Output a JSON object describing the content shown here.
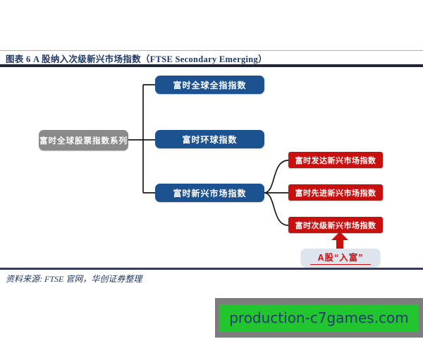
{
  "figure": {
    "caption": "图表 6  A 股纳入次级新兴市场指数（FTSE Secondary Emerging）",
    "source": "资料来源: FTSE 官网，华创证券整理"
  },
  "diagram": {
    "root": {
      "label": "富时全球股票指数系列"
    },
    "level2": [
      {
        "label": "富时全球全指指数"
      },
      {
        "label": "富时环球指数"
      },
      {
        "label": "富时新兴市场指数"
      }
    ],
    "level3": [
      {
        "label": "富时发达新兴市场指数"
      },
      {
        "label": "富时先进新兴市场指数"
      },
      {
        "label": "富时次级新兴市场指数"
      }
    ],
    "annotation": {
      "label": "A股“入富”"
    },
    "colors": {
      "blue_box": "#1d5291",
      "red_box": "#c8100f",
      "gray_box": "#8a8a8a",
      "annotation_bg": "#dde4ee",
      "title_navy": "#1f3864",
      "connector": "#1a1a1a"
    }
  },
  "watermark": {
    "text": "production-c7games.com",
    "bg_green": "#21c52e",
    "frame_gray": "#7d7d7d",
    "text_color": "#253c6d"
  }
}
